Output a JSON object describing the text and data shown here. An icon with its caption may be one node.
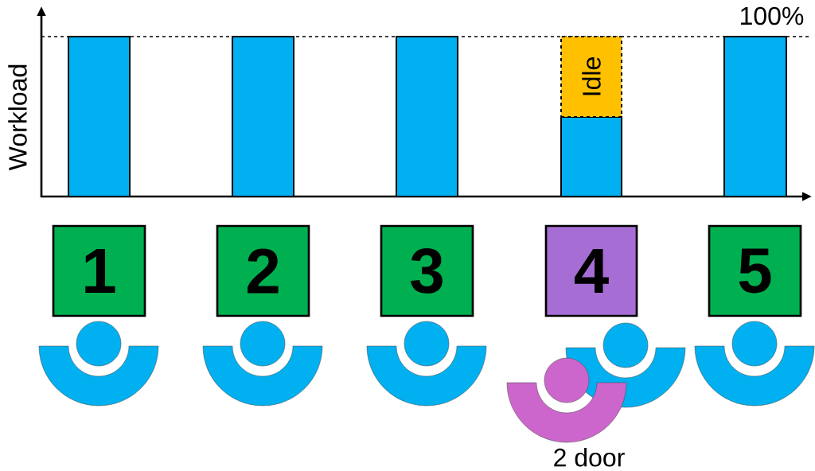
{
  "diagram": {
    "nodes": [
      {
        "text": [],
        "shape": "bar"
      },
      {
        "text": [],
        "shape": "bar"
      },
      {
        "text": [],
        "shape": "bar"
      },
      {
        "text": [],
        "shape": "bar"
      },
      {
        "text": [
          "Idle"
        ]
      },
      {
        "text": [],
        "shape": "bar"
      },
      {
        "text": [
          "1"
        ]
      },
      {
        "text": [
          "2"
        ]
      },
      {
        "text": [
          "3"
        ]
      },
      {
        "text": [
          "4"
        ]
      },
      {
        "text": [
          "5"
        ]
      },
      {
        "text": [],
        "shape": "person"
      },
      {
        "text": [],
        "shape": "person"
      },
      {
        "text": [],
        "shape": "person"
      },
      {
        "text": [],
        "shape": "person"
      },
      {
        "text": [],
        "shape": "person",
        "beside": [
          "2 door"
        ]
      },
      {
        "text": [],
        "shape": "person"
      }
    ],
    "labels": [
      "100%",
      "Workload"
    ]
  }
}
